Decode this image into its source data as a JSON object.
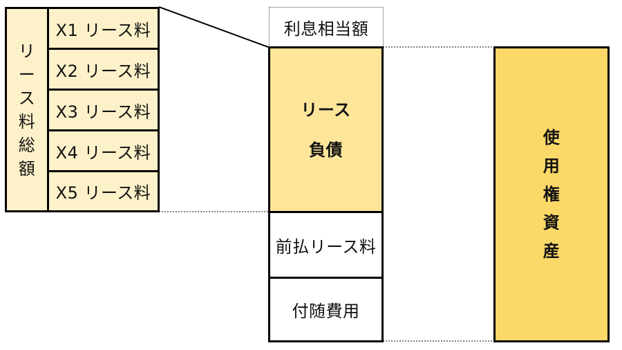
{
  "lease_total": {
    "chars": [
      "リ",
      "ー",
      "ス",
      "料",
      "総",
      "額"
    ]
  },
  "lease_payments": [
    "X1 リース料",
    "X2 リース料",
    "X3 リース料",
    "X4 リース料",
    "X5 リース料"
  ],
  "interest": {
    "label": "利息相当額"
  },
  "lease_liability": {
    "line1": "リース",
    "line2": "負債"
  },
  "prepaid": {
    "label": "前払リース料"
  },
  "incidental": {
    "label": "付随費用"
  },
  "rou_asset": {
    "chars": [
      "使",
      "用",
      "権",
      "資",
      "産"
    ]
  },
  "colors": {
    "light_fill": "#fdf1c9",
    "medium_fill": "#fde59a",
    "strong_fill": "#fcd868",
    "border": "#000000"
  }
}
